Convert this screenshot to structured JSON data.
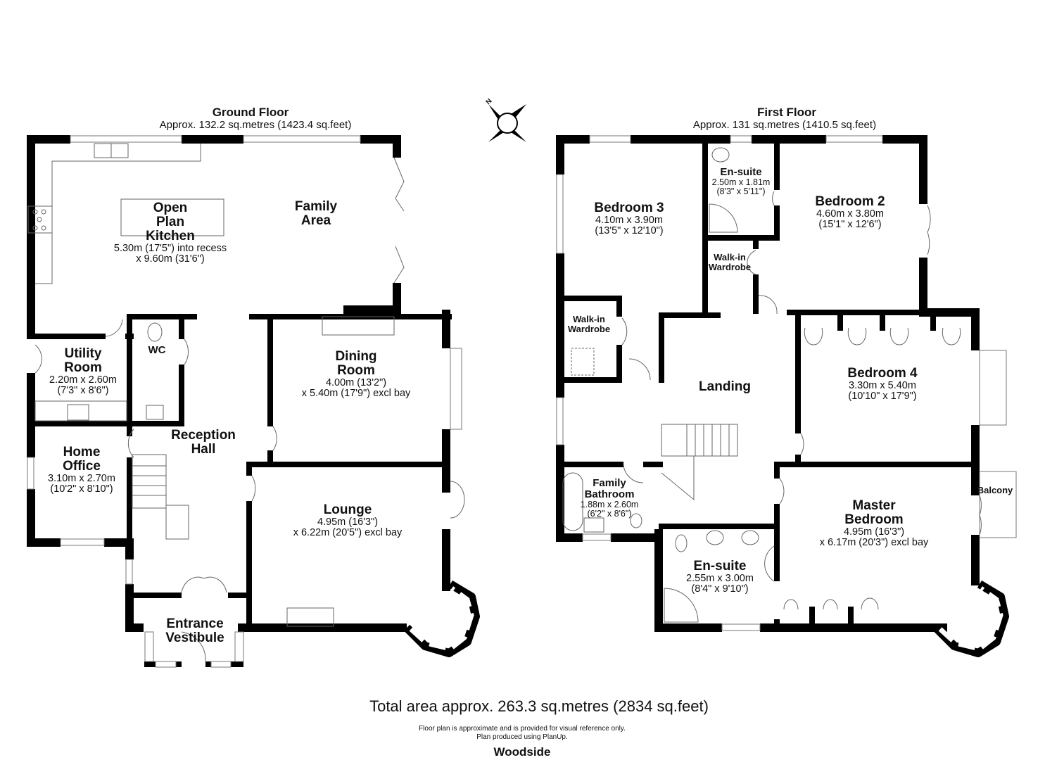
{
  "property_name": "Woodside",
  "compass": {
    "label": "N",
    "icon": "compass-rose-icon"
  },
  "ground_floor": {
    "title": "Ground Floor",
    "area": "Approx. 132.2 sq.metres (1423.4 sq.feet)",
    "rooms": [
      {
        "name": "Open Plan Kitchen",
        "name_lines": [
          "Open",
          "Plan",
          "Kitchen"
        ],
        "dims": [
          "5.30m (17'5\") into recess",
          "x 9.60m (31'6\")"
        ]
      },
      {
        "name": "Family Area",
        "name_lines": [
          "Family",
          "Area"
        ],
        "dims": []
      },
      {
        "name": "Utility Room",
        "name_lines": [
          "Utility",
          "Room"
        ],
        "dims": [
          "2.20m x 2.60m",
          "(7'3\" x 8'6\")"
        ]
      },
      {
        "name": "WC",
        "name_lines": [
          "WC"
        ],
        "dims": []
      },
      {
        "name": "Dining Room",
        "name_lines": [
          "Dining",
          "Room"
        ],
        "dims": [
          "4.00m (13'2\")",
          "x 5.40m (17'9\") excl bay"
        ]
      },
      {
        "name": "Reception Hall",
        "name_lines": [
          "Reception",
          "Hall"
        ],
        "dims": []
      },
      {
        "name": "Home Office",
        "name_lines": [
          "Home",
          "Office"
        ],
        "dims": [
          "3.10m x 2.70m",
          "(10'2\" x 8'10\")"
        ]
      },
      {
        "name": "Lounge",
        "name_lines": [
          "Lounge"
        ],
        "dims": [
          "4.95m (16'3\")",
          "x 6.22m (20'5\") excl bay"
        ]
      },
      {
        "name": "Entrance Vestibule",
        "name_lines": [
          "Entrance",
          "Vestibule"
        ],
        "dims": []
      }
    ]
  },
  "first_floor": {
    "title": "First Floor",
    "area": "Approx. 131 sq.metres (1410.5 sq.feet)",
    "rooms": [
      {
        "name": "Bedroom 3",
        "name_lines": [
          "Bedroom 3"
        ],
        "dims": [
          "4.10m x 3.90m",
          "(13'5\" x 12'10\")"
        ]
      },
      {
        "name": "En-suite",
        "name_lines": [
          "En-suite"
        ],
        "dims": [
          "2.50m x 1.81m",
          "(8'3\" x 5'11\")"
        ]
      },
      {
        "name": "Bedroom 2",
        "name_lines": [
          "Bedroom 2"
        ],
        "dims": [
          "4.60m x 3.80m",
          "(15'1\" x 12'6\")"
        ]
      },
      {
        "name": "Walk-in Wardrobe",
        "name_lines": [
          "Walk-in",
          "Wardrobe"
        ],
        "dims": []
      },
      {
        "name": "Walk-in Wardrobe",
        "name_lines": [
          "Walk-in",
          "Wardrobe"
        ],
        "dims": []
      },
      {
        "name": "Landing",
        "name_lines": [
          "Landing"
        ],
        "dims": []
      },
      {
        "name": "Bedroom 4",
        "name_lines": [
          "Bedroom 4"
        ],
        "dims": [
          "3.30m x 5.40m",
          "(10'10\" x 17'9\")"
        ]
      },
      {
        "name": "Family Bathroom",
        "name_lines": [
          "Family",
          "Bathroom"
        ],
        "dims": [
          "1.88m x 2.60m",
          "(6'2\" x 8'6\")"
        ]
      },
      {
        "name": "Master Bedroom",
        "name_lines": [
          "Master",
          "Bedroom"
        ],
        "dims": [
          "4.95m (16'3\")",
          "x 6.17m (20'3\") excl bay"
        ]
      },
      {
        "name": "Balcony",
        "name_lines": [
          "Balcony"
        ],
        "dims": []
      },
      {
        "name": "En-suite",
        "name_lines": [
          "En-suite"
        ],
        "dims": [
          "2.55m x 3.00m",
          "(8'4\" x 9'10\")"
        ]
      }
    ]
  },
  "footer": {
    "total_area": "Total area approx. 263.3 sq.metres (2834 sq.feet)",
    "disclaimer_1": "Floor plan is approximate and is provided for visual reference only.",
    "disclaimer_2": "Plan produced using PlanUp."
  },
  "colors": {
    "wall": "#000000",
    "fixture": "#888888",
    "background": "#ffffff"
  }
}
